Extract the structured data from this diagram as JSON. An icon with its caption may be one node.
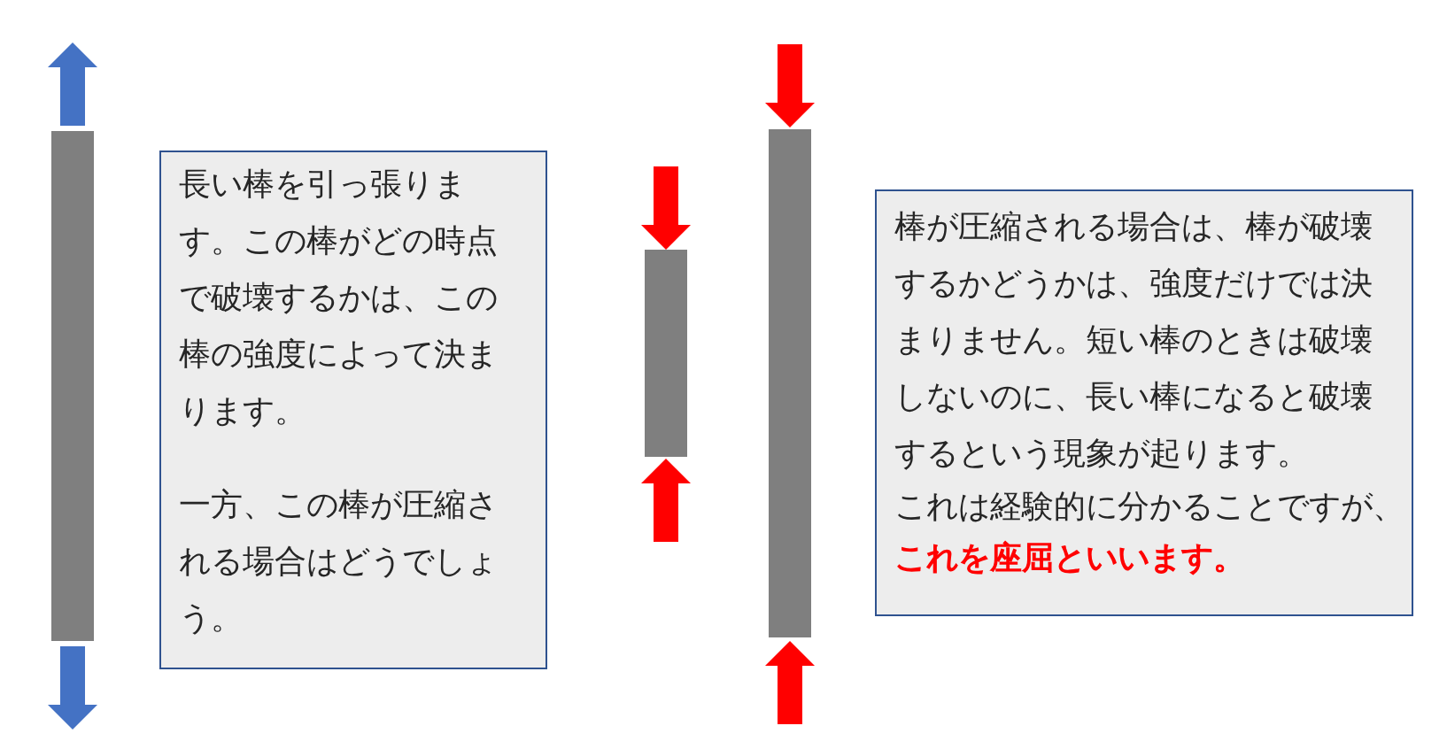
{
  "diagram": {
    "nodes": [
      {
        "text": [],
        "shape": "bar"
      },
      {
        "text": [
          "長い棒を引っ張ります。この棒がどの時点で破壊するかは、この棒の強度によって決まります。",
          "一方、この棒が圧縮される場合はどうでしょう。"
        ]
      },
      {
        "text": [],
        "shape": "bar"
      },
      {
        "text": [],
        "shape": "bar"
      },
      {
        "text": [
          "棒が圧縮される場合は、棒が破壊するかどうかは、強度だけでは決まりません。短い棒のときは破壊しないのに、長い棒になると破壊するという現象が起ります。",
          "これは経験的に分かることですが、**これを座屈といいます。**"
        ]
      }
    ]
  }
}
